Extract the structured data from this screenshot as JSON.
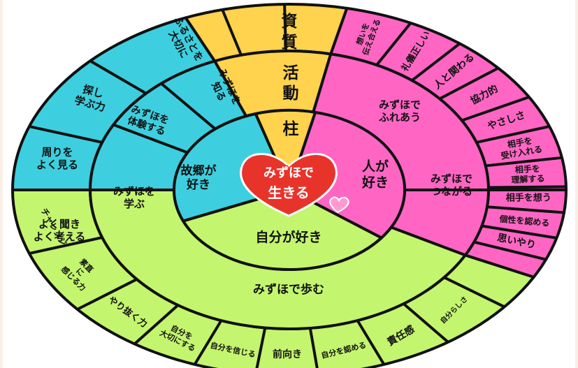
{
  "colors": {
    "cyan": "#3dcfdf",
    "pink": "#ff66c4",
    "yellow": "#ffd34d",
    "green": "#c4f56e",
    "outline": "#111111",
    "heart": "#e8332b"
  },
  "spine": {
    "labels": [
      "資",
      "質",
      "活",
      "動",
      "柱"
    ]
  },
  "center": {
    "line1": "みずほで",
    "line2": "生きる"
  },
  "middle_ring": {
    "furusato": [
      "故郷が",
      "好き"
    ],
    "hito": [
      "人が",
      "好き"
    ],
    "jibun": "自分が好き"
  },
  "cyan_mid": {
    "taiken": [
      "みずほを",
      "体験する"
    ],
    "manabu": [
      "みずほを",
      "学ぶ"
    ],
    "shiru": [
      "みずほを",
      "知る"
    ]
  },
  "cyan_outer": {
    "furusato_taisetsu": [
      "ふるさとを",
      "大切に"
    ],
    "sagashi": [
      "探し",
      "学ぶ力"
    ],
    "mawari": [
      "周りを",
      "よく見る"
    ],
    "kiki": [
      "よく聞き",
      "よく考える"
    ]
  },
  "pink_mid": {
    "fureau": [
      "みずほで",
      "ふれあう"
    ],
    "tsunagaru": [
      "みずほで",
      "つながる"
    ]
  },
  "pink_outer": [
    [
      "想いを",
      "伝え合える"
    ],
    [
      "礼儀正しい"
    ],
    [
      "人と関わる"
    ],
    [
      "協力的"
    ],
    [
      "やさしさ"
    ],
    [
      "相手を",
      "受け入れる"
    ],
    [
      "相手を",
      "理解する"
    ],
    [
      "相手を想う"
    ],
    [
      "個性を認める"
    ],
    [
      "思いやり"
    ]
  ],
  "green_mid": {
    "ayumu": "みずほで歩む"
  },
  "green_outer": [
    [
      "チャレンジ"
    ],
    [
      "素直",
      "に",
      "感じる力"
    ],
    [
      "やり抜く力"
    ],
    [
      "自分を",
      "大切にする"
    ],
    [
      "自分を信じる"
    ],
    [
      "前向き"
    ],
    [
      "自分を認める"
    ],
    [
      "責任感"
    ],
    [
      "自分らしさ"
    ]
  ]
}
